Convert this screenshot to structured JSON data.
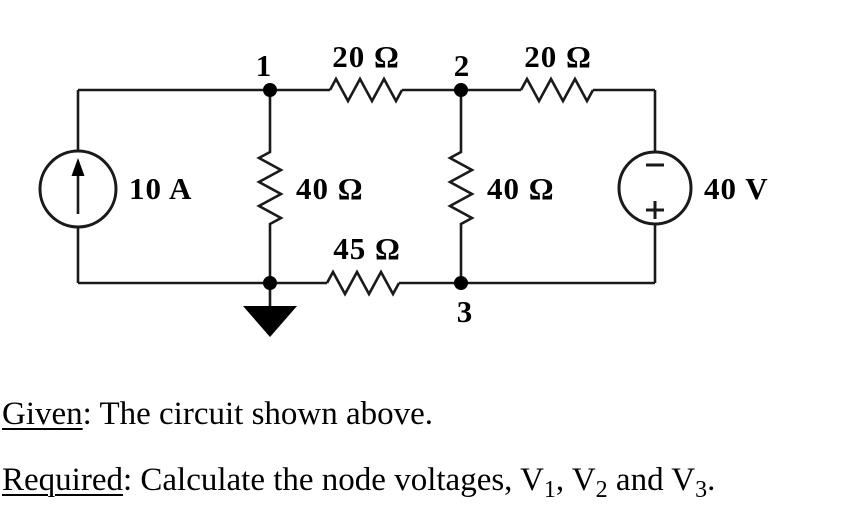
{
  "circuit": {
    "node_labels": {
      "n1": "1",
      "n2": "2",
      "n3": "3"
    },
    "resistors": {
      "top_left": "20 Ω",
      "top_right": "20 Ω",
      "left_vertical": "40 Ω",
      "right_vertical": "40 Ω",
      "bottom": "45 Ω"
    },
    "sources": {
      "current": "10 A",
      "voltage": "40 V"
    }
  },
  "problem": {
    "given_label": "Given",
    "given_rest": ": The circuit shown above.",
    "required_label": "Required",
    "required_rest": ": Calculate the node voltages, V",
    "v1_sub": "1",
    "sep_12": ", V",
    "v2_sub": "2",
    "sep_23": " and V",
    "v3_sub": "3",
    "period": "."
  },
  "colors": {
    "ink": "#1a1a1a",
    "background": "#ffffff"
  }
}
